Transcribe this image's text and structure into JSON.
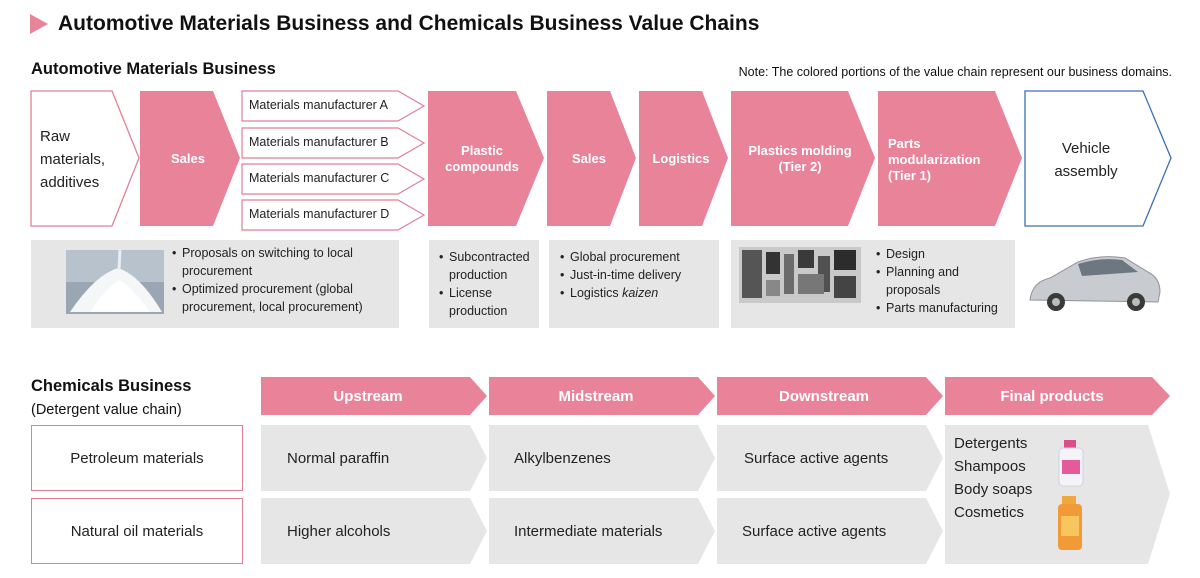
{
  "title": "Automotive Materials Business and Chemicals Business Value Chains",
  "automotive": {
    "heading": "Automotive Materials Business",
    "note": "Note: The colored portions of the value chain represent our business domains.",
    "raw_materials": [
      "Raw",
      "materials,",
      "additives"
    ],
    "sales1": "Sales",
    "manufacturers": [
      "Materials manufacturer A",
      "Materials manufacturer B",
      "Materials manufacturer C",
      "Materials manufacturer D"
    ],
    "plastic_compounds": [
      "Plastic",
      "compounds"
    ],
    "sales2": "Sales",
    "logistics": "Logistics",
    "plastics_molding": [
      "Plastics molding",
      "(Tier 2)"
    ],
    "parts_modularization": [
      "Parts",
      "modularization",
      "(Tier 1)"
    ],
    "vehicle_assembly": [
      "Vehicle",
      "assembly"
    ],
    "box1_bullets": [
      "Proposals on switching to local procurement",
      "Optimized procurement (global procurement, local procurement)"
    ],
    "box2_bullets": [
      "Subcontracted production",
      "License production"
    ],
    "box3_bullets": [
      "Global procurement",
      "Just-in-time delivery",
      "Logistics kaizen"
    ],
    "box4_bullets": [
      "Design",
      "Planning and proposals",
      "Parts manufacturing"
    ]
  },
  "chemicals": {
    "heading": "Chemicals Business",
    "subheading": "(Detergent value chain)",
    "stages": [
      "Upstream",
      "Midstream",
      "Downstream",
      "Final products"
    ],
    "rows": [
      {
        "label": "Petroleum materials",
        "upstream": "Normal paraffin",
        "midstream": "Alkylbenzenes",
        "downstream": "Surface active agents"
      },
      {
        "label": "Natural oil materials",
        "upstream": "Higher alcohols",
        "midstream": "Intermediate materials",
        "downstream": "Surface active agents"
      }
    ],
    "final_products": [
      "Detergents",
      "Shampoos",
      "Body soaps",
      "Cosmetics"
    ]
  },
  "colors": {
    "pink": "#e8839a",
    "pink_border": "#e27f96",
    "gray_box": "#e6e6e6",
    "blue_border": "#3b6fb5"
  }
}
